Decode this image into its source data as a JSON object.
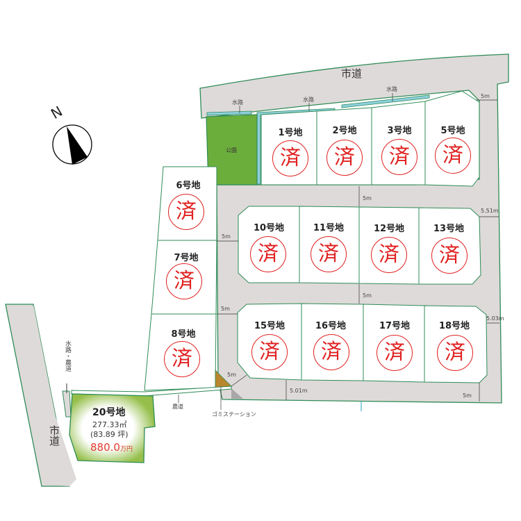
{
  "compass": {
    "label": "N"
  },
  "roads": {
    "top_city_road": "市道",
    "left_city_road": "市道",
    "waterway_farm_road": "水路・農道",
    "farm_road": "農道"
  },
  "annotations": {
    "waterway_1": "水路",
    "waterway_2": "水路",
    "waterway_3": "水路",
    "park": "公園",
    "garbage_station": "ゴミステーション"
  },
  "road_widths": {
    "top_right": "5m",
    "row1_between": "5m",
    "right_5_51": "5.51m",
    "left_row1": "5m",
    "row2_between": "5m",
    "left_row2": "5m",
    "right_5_03": "5.03m",
    "corner": "5m",
    "bottom_5_01": "5.01m",
    "bottom_right": "5m"
  },
  "sold_mark": "済",
  "lots": [
    {
      "id": "1",
      "label": "1号地",
      "status": "sold"
    },
    {
      "id": "2",
      "label": "2号地",
      "status": "sold"
    },
    {
      "id": "3",
      "label": "3号地",
      "status": "sold"
    },
    {
      "id": "5",
      "label": "5号地",
      "status": "sold"
    },
    {
      "id": "6",
      "label": "6号地",
      "status": "sold"
    },
    {
      "id": "7",
      "label": "7号地",
      "status": "sold"
    },
    {
      "id": "8",
      "label": "8号地",
      "status": "sold"
    },
    {
      "id": "10",
      "label": "10号地",
      "status": "sold"
    },
    {
      "id": "11",
      "label": "11号地",
      "status": "sold"
    },
    {
      "id": "12",
      "label": "12号地",
      "status": "sold"
    },
    {
      "id": "13",
      "label": "13号地",
      "status": "sold"
    },
    {
      "id": "15",
      "label": "15号地",
      "status": "sold"
    },
    {
      "id": "16",
      "label": "16号地",
      "status": "sold"
    },
    {
      "id": "17",
      "label": "17号地",
      "status": "sold"
    },
    {
      "id": "18",
      "label": "18号地",
      "status": "sold"
    }
  ],
  "available_lot": {
    "label": "20号地",
    "area_sqm": "277.33㎡",
    "area_tsubo": "(83.89 坪)",
    "price": "880.0",
    "price_unit": "万円"
  },
  "colors": {
    "road": "#dedad9",
    "border": "#2e8b57",
    "park": "#6cae3c",
    "waterway": "#8ed0dd",
    "lot20": "#95bf4a",
    "sold_red": "#e02020",
    "price_red": "#e03a2c",
    "garbage": "#b8862c"
  }
}
